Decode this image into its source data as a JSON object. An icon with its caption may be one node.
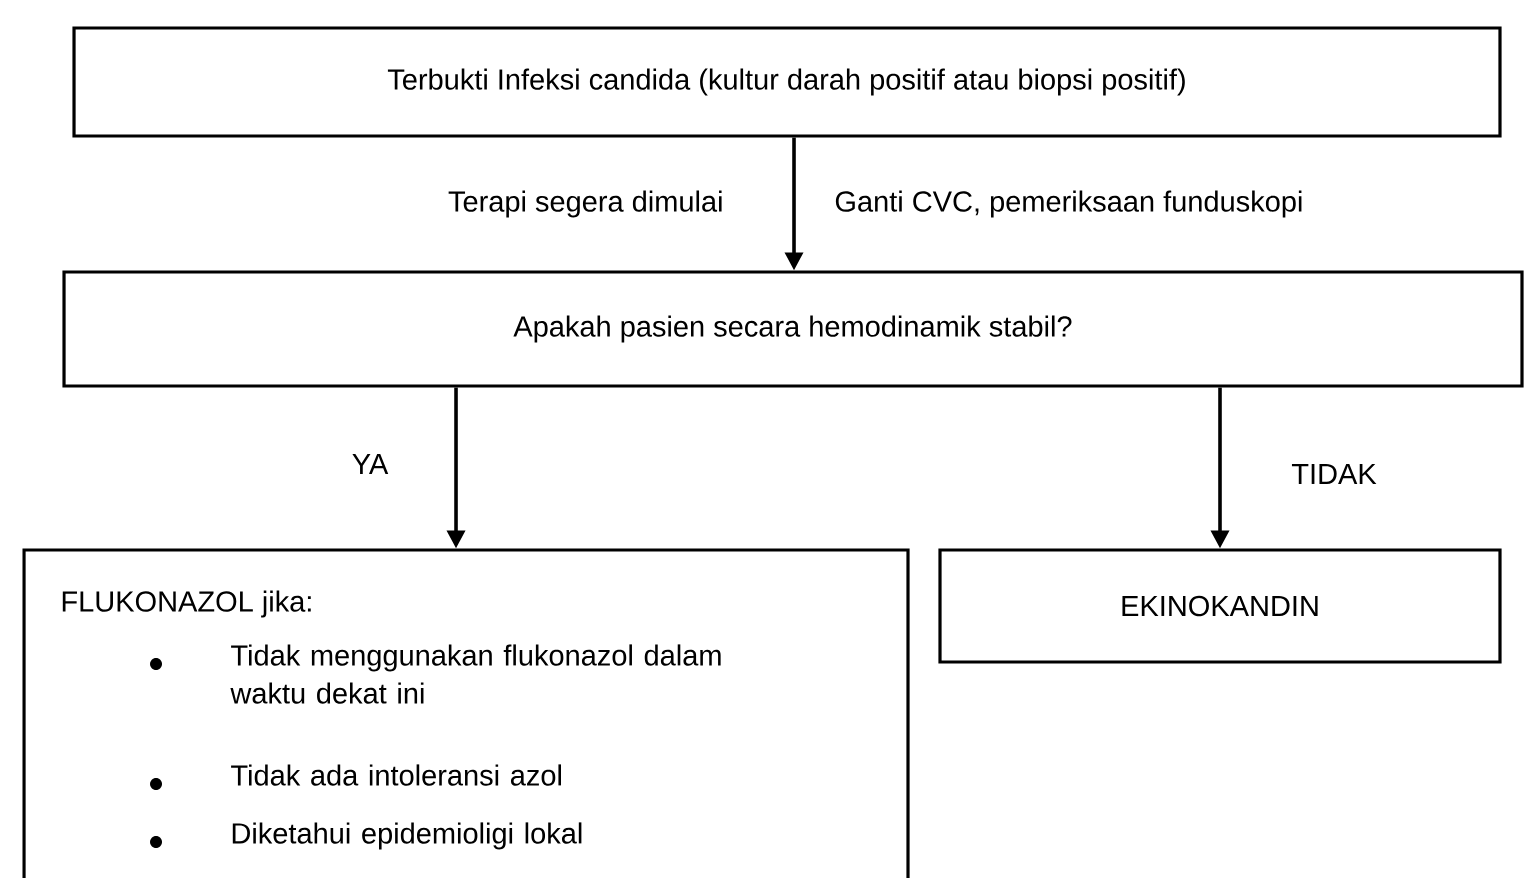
{
  "diagram": {
    "nodes": [
      {
        "text": [
          "Terbukti Infeksi candida (kultur darah positif atau biopsi positif)"
        ]
      },
      {
        "text": [
          "Apakah pasien secara hemodinamik stabil?"
        ]
      },
      {
        "text": [
          "FLUKONAZOL jika:",
          "Tidak menggunakan flukonazol dalam waktu dekat ini",
          "Tidak ada intoleransi azol",
          "Diketahui epidemioligi lokal"
        ]
      },
      {
        "text": [
          "EKINOKANDIN"
        ]
      }
    ],
    "edges": [
      {
        "from": 0,
        "to": 1,
        "arrow": "to",
        "label": "Terapi segera dimulai"
      },
      {
        "from": 1,
        "to": 2,
        "arrow": "to",
        "label": "YA"
      },
      {
        "from": 1,
        "to": 3,
        "arrow": "to",
        "label": "TIDAK"
      }
    ],
    "labels": [
      "Ganti CVC, pemeriksaan funduskopi"
    ]
  }
}
